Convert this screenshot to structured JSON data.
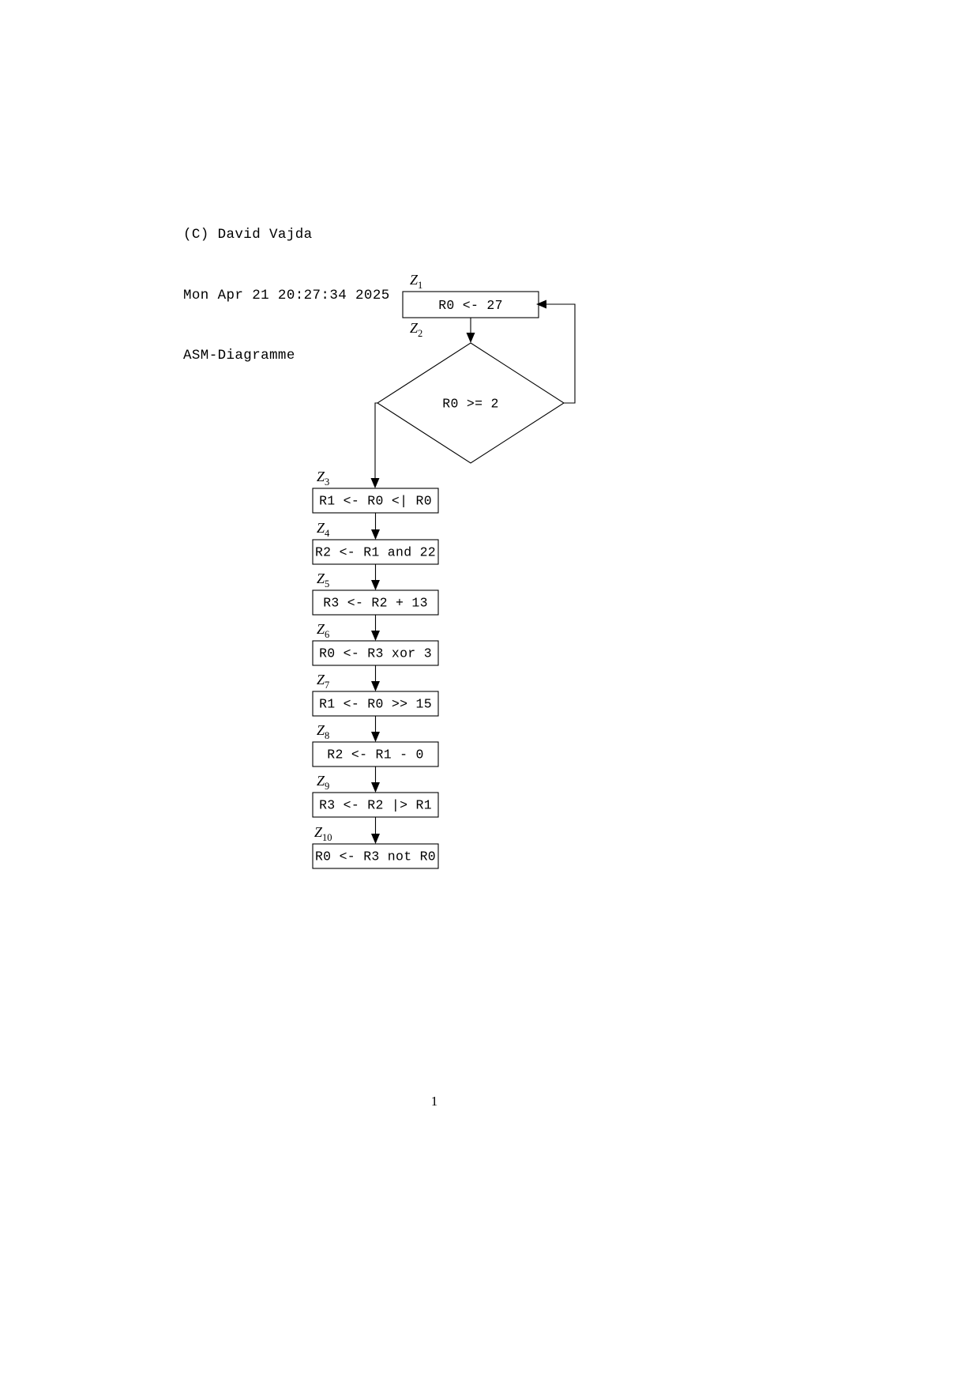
{
  "document": {
    "header_lines": [
      "(C) David Vajda",
      "Mon Apr 21 20:27:34 2025",
      "ASM-Diagramme"
    ],
    "page_number": "1"
  },
  "diagram": {
    "title": "ASM-Diagramme",
    "nodes": [
      {
        "id": "Z1",
        "state": "Z",
        "index": "1",
        "shape": "box",
        "text": "R0 <- 27"
      },
      {
        "id": "Z2",
        "state": "Z",
        "index": "2",
        "shape": "diamond",
        "text": "R0 >= 2"
      },
      {
        "id": "Z3",
        "state": "Z",
        "index": "3",
        "shape": "box",
        "text": "R1 <- R0 <| R0"
      },
      {
        "id": "Z4",
        "state": "Z",
        "index": "4",
        "shape": "box",
        "text": "R2 <- R1 and 22"
      },
      {
        "id": "Z5",
        "state": "Z",
        "index": "5",
        "shape": "box",
        "text": "R3 <- R2 + 13"
      },
      {
        "id": "Z6",
        "state": "Z",
        "index": "6",
        "shape": "box",
        "text": "R0 <- R3 xor 3"
      },
      {
        "id": "Z7",
        "state": "Z",
        "index": "7",
        "shape": "box",
        "text": "R1 <- R0 >> 15"
      },
      {
        "id": "Z8",
        "state": "Z",
        "index": "8",
        "shape": "box",
        "text": "R2 <- R1 - 0"
      },
      {
        "id": "Z9",
        "state": "Z",
        "index": "9",
        "shape": "box",
        "text": "R3 <- R2 |> R1"
      },
      {
        "id": "Z10",
        "state": "Z",
        "index": "10",
        "shape": "box",
        "text": "R0 <- R3 not R0"
      }
    ],
    "colors": {
      "stroke": "#000000",
      "fill": "#ffffff",
      "text": "#000000"
    }
  }
}
